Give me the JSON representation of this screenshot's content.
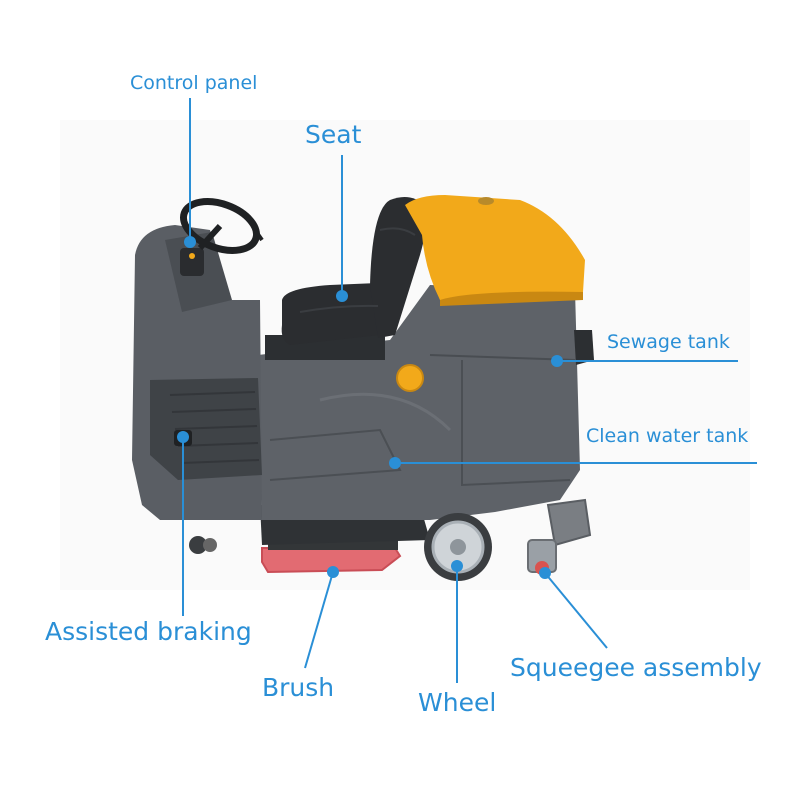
{
  "colors": {
    "accent": "#2a8fd6",
    "body": "#5e6268",
    "body_dark": "#45494e",
    "cover": "#f2a91a",
    "brush": "#e26b72"
  },
  "labels": {
    "control_panel": "Control panel",
    "seat": "Seat",
    "sewage_tank": "Sewage tank",
    "clean_water_tank": "Clean water tank",
    "assisted_braking": "Assisted braking",
    "brush": "Brush",
    "wheel": "Wheel",
    "squeegee_assembly": "Squeegee assembly"
  }
}
